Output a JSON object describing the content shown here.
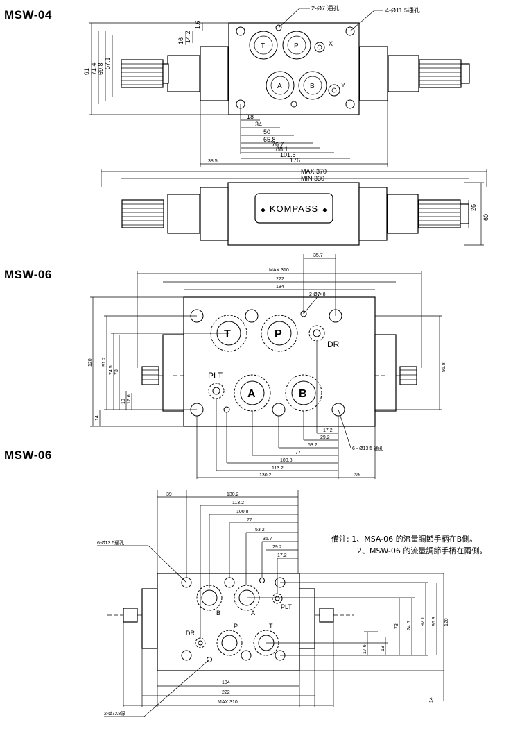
{
  "sections": {
    "msw04": "MSW-04",
    "msw06_top": "MSW-06",
    "msw06_bottom": "MSW-06"
  },
  "msw04": {
    "callout_hole7": "2-Ø7 通孔",
    "callout_hole11": "4-Ø11.5通孔",
    "ports": {
      "t": "T",
      "p": "P",
      "x": "X",
      "a": "A",
      "b": "B",
      "y": "Y"
    },
    "dims_left": [
      "91",
      "71.4",
      "69.8",
      "57.1",
      "16",
      "14.2",
      "1.6"
    ],
    "dims_bottom": [
      "18",
      "34",
      "50",
      "65.8",
      "76.7",
      "88.1",
      "101.6",
      "38.5",
      "176"
    ],
    "side_max": "MAX 370",
    "side_min": "MIN 330",
    "brand": "KOMPASS",
    "dims_right": [
      "26",
      "60"
    ]
  },
  "msw06a": {
    "ports": {
      "t": "T",
      "p": "P",
      "dr": "DR",
      "plt": "PLT",
      "a": "A",
      "b": "B"
    },
    "callout_top": "2-Ø7×8",
    "callout_bottom": "6 - Ø13.5 通孔",
    "dims_top": [
      "35.7",
      "MAX 310",
      "222",
      "184"
    ],
    "dims_left": [
      "120",
      "91.2",
      "74.5",
      "73",
      "19",
      "17.6",
      "14"
    ],
    "dim_right": "96.8",
    "dims_bottom": [
      "17.2",
      "29.2",
      "53.2",
      "77",
      "100.8",
      "113.2",
      "130.2",
      "39"
    ]
  },
  "msw06b": {
    "callout_holes": "6-Ø13.5通孔",
    "callout_bottom": "2-Ø7X8深",
    "ports": {
      "b": "B",
      "a": "A",
      "plt": "PLT",
      "dr": "DR",
      "p": "P",
      "t": "T"
    },
    "dims_top": [
      "39",
      "130.2",
      "113.2",
      "100.8",
      "77",
      "53.2",
      "35.7",
      "29.2",
      "17.2"
    ],
    "dims_right": [
      "17.6",
      "19",
      "73",
      "74.6",
      "92.1",
      "96.8",
      "120",
      "14"
    ],
    "dims_bottom": [
      "184",
      "222",
      "MAX 310"
    ]
  },
  "notes": {
    "line1": "備注: 1、MSA-06 的流量調節手柄在B側。",
    "line2": "2、MSW-06 的流量調節手柄在兩側。"
  }
}
